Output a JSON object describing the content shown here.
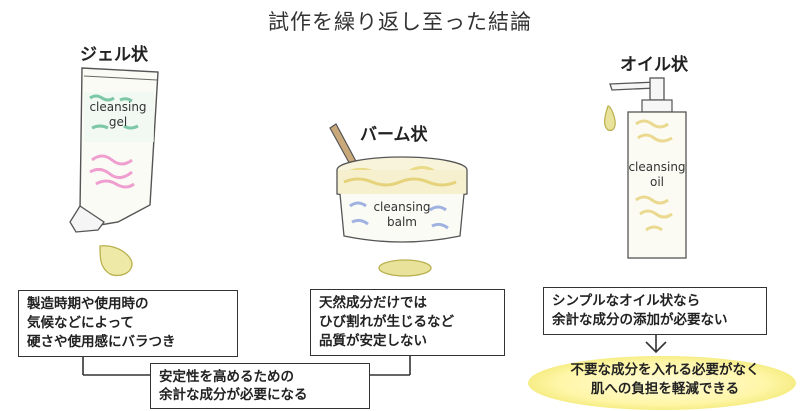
{
  "title": "試作を繰り返し至った結論",
  "products": {
    "gel": {
      "heading": "ジェル状",
      "line1": "cleansing",
      "line2": "gel"
    },
    "balm": {
      "heading": "バーム状",
      "line1": "cleansing",
      "line2": "balm"
    },
    "oil": {
      "heading": "オイル状",
      "line1": "cleansing",
      "line2": "oil"
    }
  },
  "notes": {
    "gel": [
      "製造時期や使用時の",
      "気候などによって",
      "硬さや使用感にバラつき"
    ],
    "balm": [
      "天然成分だけでは",
      "ひび割れが生じるなど",
      "品質が安定しない"
    ],
    "common": [
      "安定性を高めるための",
      "余計な成分が必要になる"
    ],
    "oil": [
      "シンプルなオイル状なら",
      "余計な成分の添加が必要ない"
    ],
    "conclusion": [
      "不要な成分を入れる必要がなく",
      "肌への負担を軽減できる"
    ]
  }
}
